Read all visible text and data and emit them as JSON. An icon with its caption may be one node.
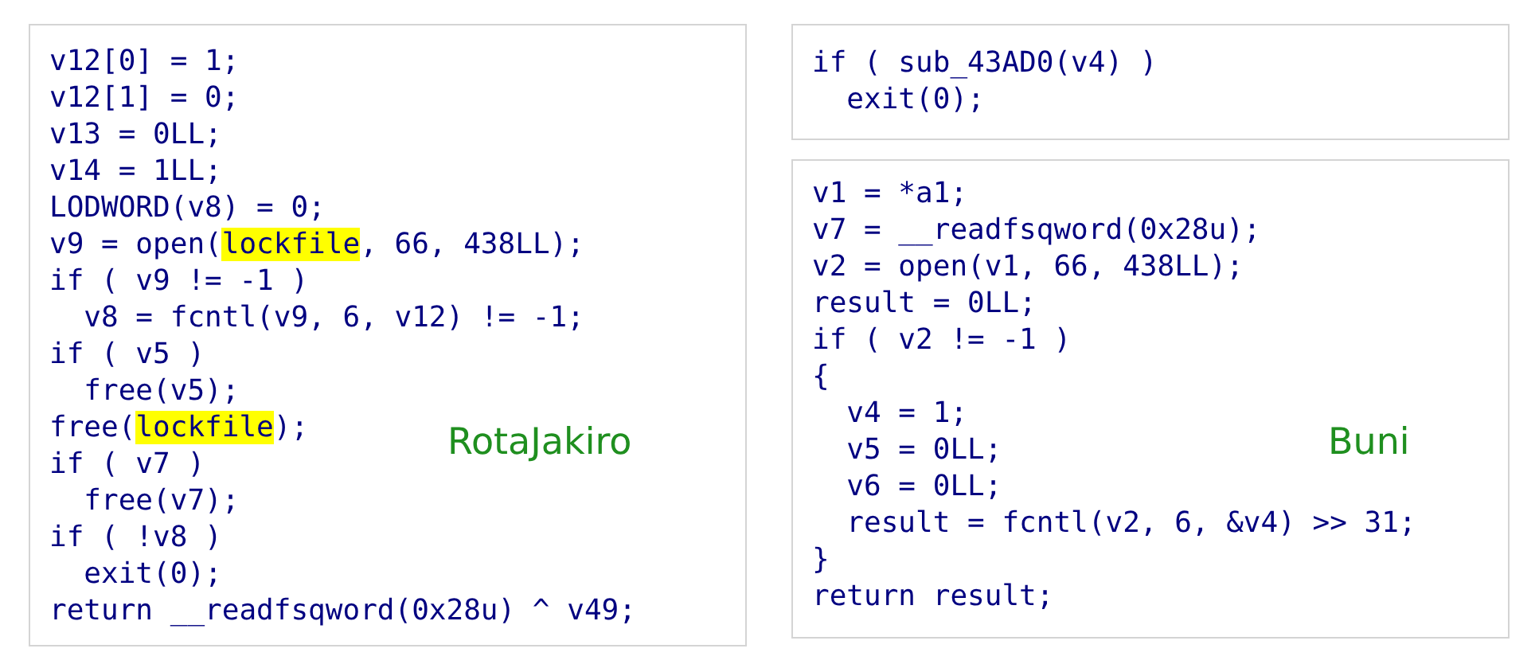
{
  "diagram": {
    "nodes": [
      {
        "text": [
          "v12[0] = 1;",
          "v12[1] = 0;",
          "v13 = 0LL;",
          "v14 = 1LL;",
          "LODWORD(v8) = 0;",
          "v9 = open(",
          "lockfile",
          ", 66, 438LL);",
          "if ( v9 != -1 )",
          "  v8 = fcntl(v9, 6, v12) != -1;",
          "if ( v5 )",
          "  free(v5);",
          "free(",
          "lockfile",
          ");",
          "if ( v7 )",
          "  free(v7);",
          "if ( !v8 )",
          "  exit(0);",
          "return __readfsqword(0x28u) ^ v49;",
          "RotaJakiro"
        ]
      },
      {
        "text": [
          "if ( sub_43AD0(v4) )",
          "  exit(0);"
        ]
      },
      {
        "text": [
          "v1 = *a1;",
          "v7 = __readfsqword(0x28u);",
          "v2 = open(v1, 66, 438LL);",
          "result = 0LL;",
          "if ( v2 != -1 )",
          "{",
          "  v4 = 1;",
          "  v5 = 0LL;",
          "  v6 = 0LL;",
          "  result = fcntl(v2, 6, &v4) >> 31;",
          "}",
          "return result;",
          "Buni"
        ]
      }
    ]
  }
}
